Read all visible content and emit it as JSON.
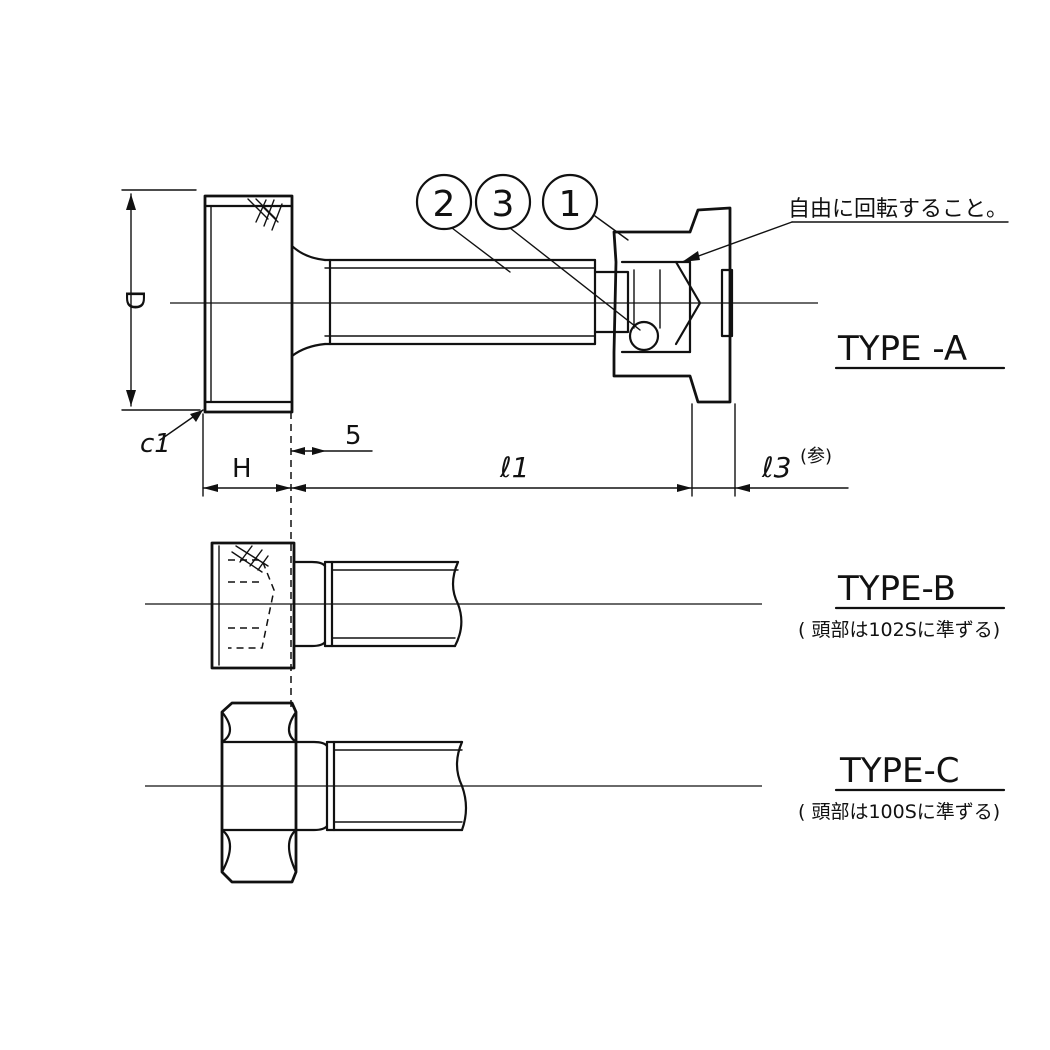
{
  "balloons": [
    "2",
    "3",
    "1"
  ],
  "note_rotate": "自由に回転すること。",
  "dimensions": {
    "D": "D",
    "c1": "c1",
    "H": "H",
    "five": "5",
    "l1": "ℓ1",
    "l3": "ℓ3",
    "l3_note": "(参)"
  },
  "type_a": {
    "title": "TYPE -A"
  },
  "type_b": {
    "title": "TYPE-B",
    "note": "( 頭部は102Sに準ずる)"
  },
  "type_c": {
    "title": "TYPE-C",
    "note": "( 頭部は100Sに準ずる)"
  }
}
